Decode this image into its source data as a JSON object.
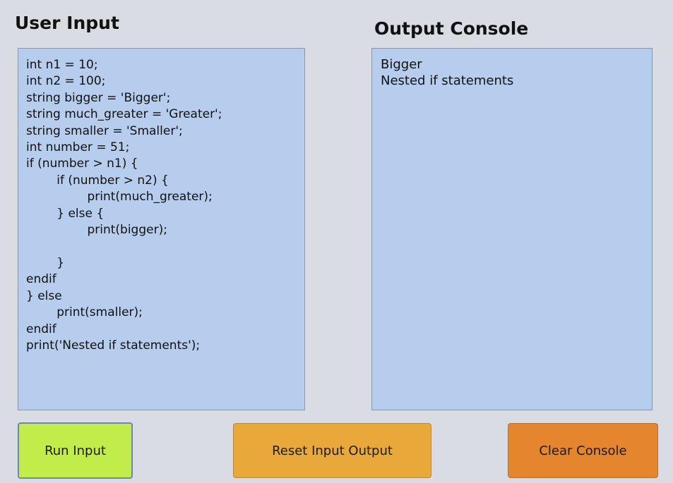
{
  "input_panel": {
    "title": "User Input",
    "code": "int n1 = 10;\nint n2 = 100;\nstring bigger = 'Bigger';\nstring much_greater = 'Greater';\nstring smaller = 'Smaller';\nint number = 51;\nif (number > n1) {\n\tif (number > n2) {\n\t\tprint(much_greater);\n\t} else {\n\t\tprint(bigger);\n\n\t}\nendif\n} else\n\tprint(smaller);\nendif\nprint('Nested if statements');"
  },
  "output_panel": {
    "title": "Output Console",
    "lines": "Bigger\nNested if statements"
  },
  "buttons": {
    "run_label": "Run Input",
    "reset_label": "Reset Input Output",
    "clear_label": "Clear Console"
  },
  "colors": {
    "background": "#d9dde3",
    "panel": "#b6cdee",
    "run_button": "#c2ec4a",
    "reset_button": "#e9a93a",
    "clear_button": "#e5852e"
  }
}
